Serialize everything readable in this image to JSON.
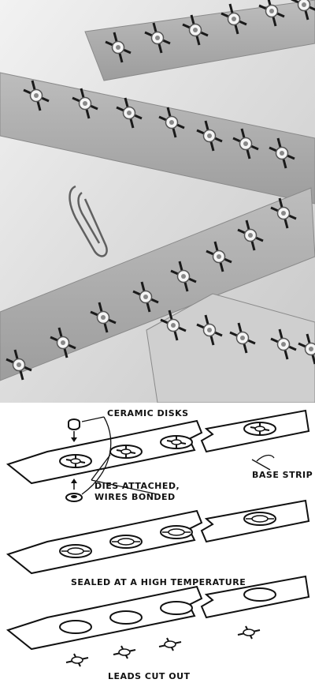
{
  "figure": {
    "photo_alt": "Photograph of film strips carrying mounted transistors with radial leads beside a paper clip",
    "diagram": {
      "label_ceramic_disks": "CERAMIC DISKS",
      "label_base_strip": "BASE STRIP",
      "label_dies_line1": "DIES ATTACHED,",
      "label_dies_line2": "WIRES BONDED",
      "label_sealed": "SEALED AT A HIGH TEMPERATURE",
      "label_leads": "LEADS CUT OUT"
    }
  }
}
